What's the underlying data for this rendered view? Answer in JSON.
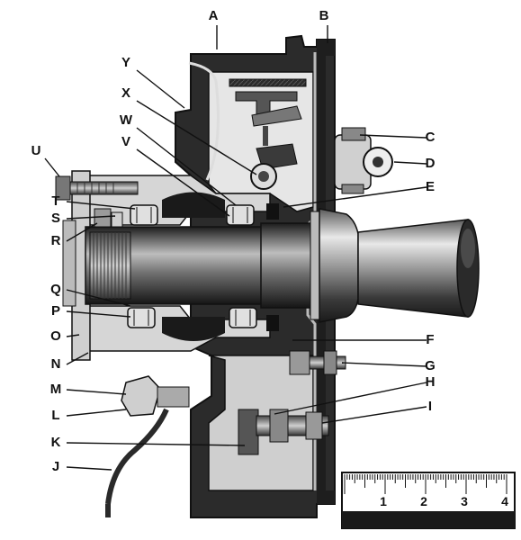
{
  "callouts": [
    "A",
    "B",
    "C",
    "D",
    "E",
    "F",
    "G",
    "H",
    "I",
    "J",
    "K",
    "L",
    "M",
    "N",
    "O",
    "P",
    "Q",
    "R",
    "S",
    "T",
    "U",
    "V",
    "W",
    "X",
    "Y"
  ],
  "ruler": {
    "ticks": [
      "1",
      "2",
      "3",
      "4"
    ]
  },
  "colors": {
    "ink": "#111111",
    "metal_dark": "#2a2a2a",
    "metal_mid": "#8a8a8a",
    "metal_light": "#d9d9d9",
    "paper": "#ffffff"
  }
}
